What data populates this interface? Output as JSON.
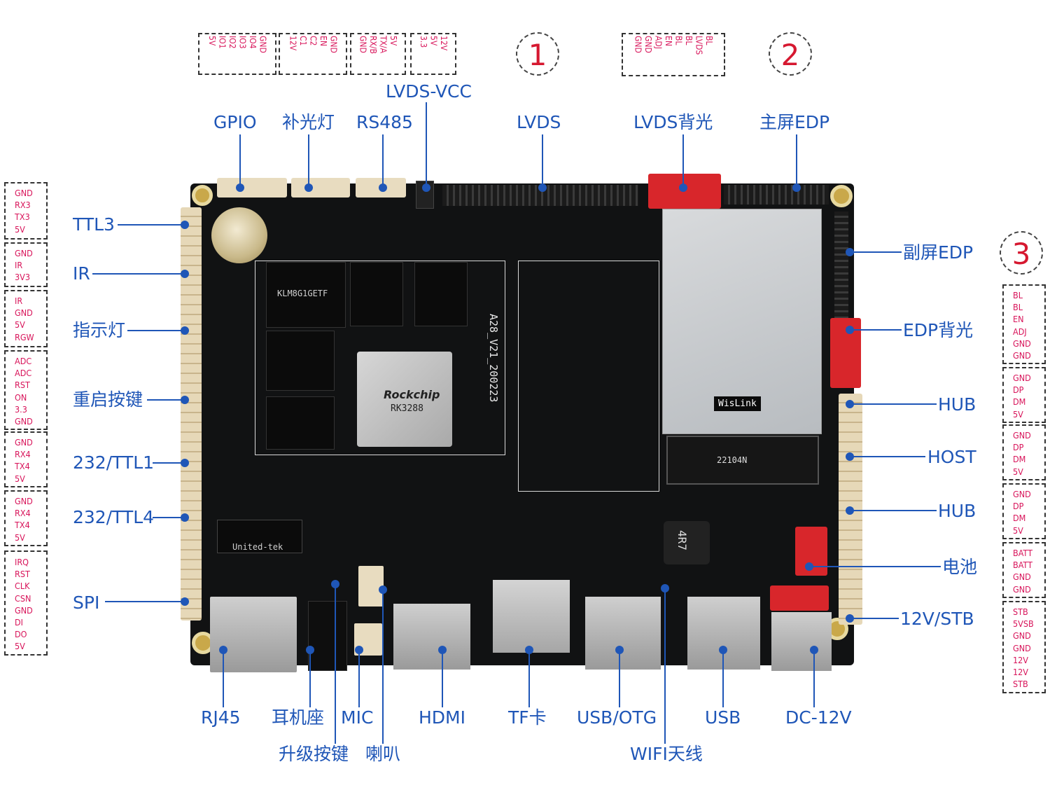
{
  "top_labels": {
    "gpio": "GPIO",
    "fill_light": "补光灯",
    "rs485": "RS485",
    "lvds_vcc": "LVDS-VCC",
    "lvds": "LVDS",
    "lvds_backlight": "LVDS背光",
    "main_edp": "主屏EDP"
  },
  "left_labels": {
    "ttl3": "TTL3",
    "ir": "IR",
    "indicator": "指示灯",
    "reset_key": "重启按键",
    "ttl1": "232/TTL1",
    "ttl4": "232/TTL4",
    "spi": "SPI"
  },
  "right_labels": {
    "sub_edp": "副屏EDP",
    "edp_backlight": "EDP背光",
    "hub1": "HUB",
    "host": "HOST",
    "hub2": "HUB",
    "battery": "电池",
    "stb": "12V/STB"
  },
  "bottom_labels": {
    "rj45": "RJ45",
    "earphone": "耳机座",
    "mic": "MIC",
    "hdmi": "HDMI",
    "tf": "TF卡",
    "usb_otg": "USB/OTG",
    "usb": "USB",
    "dc12v": "DC-12V",
    "upgrade_key": "升级按键",
    "speaker": "喇叭",
    "wifi_antenna": "WIFI天线"
  },
  "circle_markers": [
    "1",
    "2",
    "3"
  ],
  "top_pin_boxes": [
    {
      "pins": [
        "GND",
        "IO4",
        "IO3",
        "IO2",
        "IO1",
        "5V"
      ]
    },
    {
      "pins": [
        "GND",
        "EN",
        "C2",
        "C1",
        "12V"
      ]
    },
    {
      "pins": [
        "5V",
        "TX/A",
        "RX/B",
        "GND"
      ]
    },
    {
      "pins": [
        "12V",
        "5V",
        "3.3"
      ]
    },
    {
      "pins": [
        "BL",
        "LVDS",
        "BL",
        "BL",
        "EN",
        "ADJ",
        "GND",
        "GND"
      ]
    }
  ],
  "left_pin_boxes": [
    {
      "pins": [
        "GND",
        "RX3",
        "TX3",
        "5V"
      ]
    },
    {
      "pins": [
        "GND",
        "IR",
        "3V3"
      ]
    },
    {
      "pins": [
        "IR",
        "GND",
        "5V",
        "RGW"
      ]
    },
    {
      "pins": [
        "ADC",
        "ADC",
        "RST",
        "ON",
        "3.3",
        "GND"
      ]
    },
    {
      "pins": [
        "GND",
        "RX4",
        "TX4",
        "5V"
      ]
    },
    {
      "pins": [
        "GND",
        "RX4",
        "TX4",
        "5V"
      ]
    },
    {
      "pins": [
        "IRQ",
        "RST",
        "CLK",
        "CSN",
        "GND",
        "DI",
        "DO",
        "5V"
      ]
    }
  ],
  "right_pin_boxes": [
    {
      "pins": [
        "BL",
        "BL",
        "EN",
        "ADJ",
        "GND",
        "GND"
      ]
    },
    {
      "pins": [
        "GND",
        "DP",
        "DM",
        "5V"
      ]
    },
    {
      "pins": [
        "GND",
        "DP",
        "DM",
        "5V"
      ]
    },
    {
      "pins": [
        "GND",
        "DP",
        "DM",
        "5V"
      ]
    },
    {
      "pins": [
        "BATT",
        "BATT",
        "GND",
        "GND"
      ]
    },
    {
      "pins": [
        "STB",
        "5VSB",
        "GND",
        "GND",
        "12V",
        "12V",
        "STB"
      ]
    }
  ],
  "board_text": {
    "model": "A28_V21_200223",
    "soc_brand": "Rockchip",
    "soc_model": "RK3288",
    "module_brand": "WisLink",
    "module_code": "22104N",
    "emmc": "KLM8G1GETF",
    "inductor": "4R7",
    "lan_chip": "United-tek"
  },
  "colors": {
    "label_blue": "#1f56b7",
    "pin_red": "#d8145a",
    "circle_red": "#d61830",
    "board_black": "#111213"
  }
}
